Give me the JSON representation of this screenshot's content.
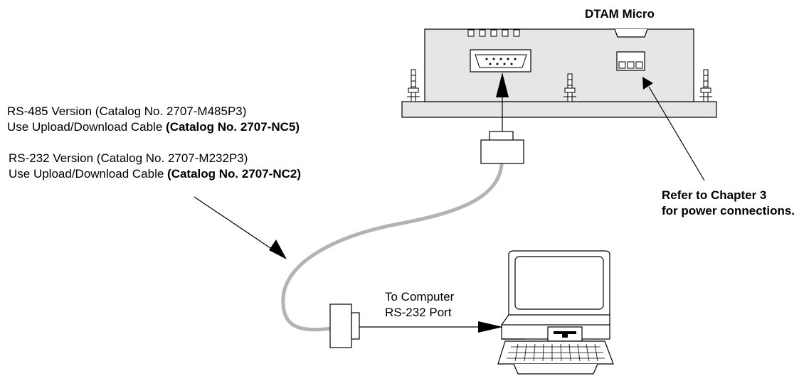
{
  "device": {
    "title": "DTAM Micro"
  },
  "rs485": {
    "line1": "RS-485 Version (Catalog No. 2707-M485P3)",
    "line2_prefix": "Use Upload/Download Cable ",
    "line2_bold": "(Catalog No. 2707-NC5)"
  },
  "rs232": {
    "line1": "RS-232 Version (Catalog No. 2707-M232P3)",
    "line2_prefix": "Use Upload/Download Cable ",
    "line2_bold": "(Catalog No. 2707-NC2)"
  },
  "power_note": {
    "line1": "Refer to Chapter 3",
    "line2": "for power connections."
  },
  "computer_port": {
    "line1": "To Computer",
    "line2": "RS-232 Port"
  },
  "colors": {
    "device_fill": "#e6e6e6",
    "cable": "#b3b3b3",
    "line": "#000000"
  },
  "icons": [
    "dtam-micro-device",
    "db9-connector",
    "power-terminal",
    "computer",
    "cable-connector"
  ]
}
